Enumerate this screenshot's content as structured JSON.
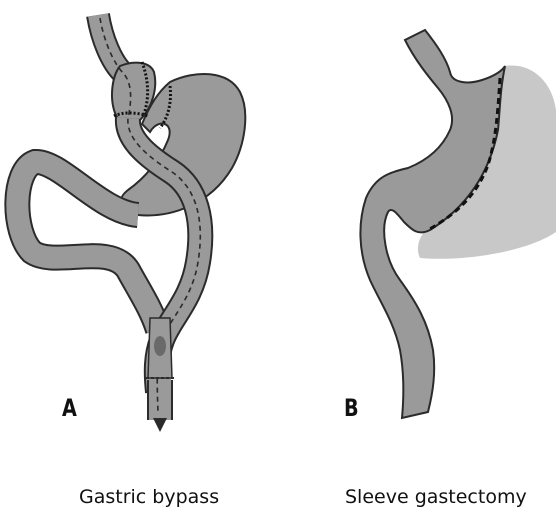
{
  "panels": {
    "a": {
      "letter": "A",
      "caption": "Gastric bypass"
    },
    "b": {
      "letter": "B",
      "caption": "Sleeve gastectomy"
    }
  },
  "colors": {
    "tract_fill": "#9a9a9a",
    "outline": "#2b2b2b",
    "removed_stomach": "#c8c8c8",
    "dark_spot": "#6a6a6a"
  }
}
